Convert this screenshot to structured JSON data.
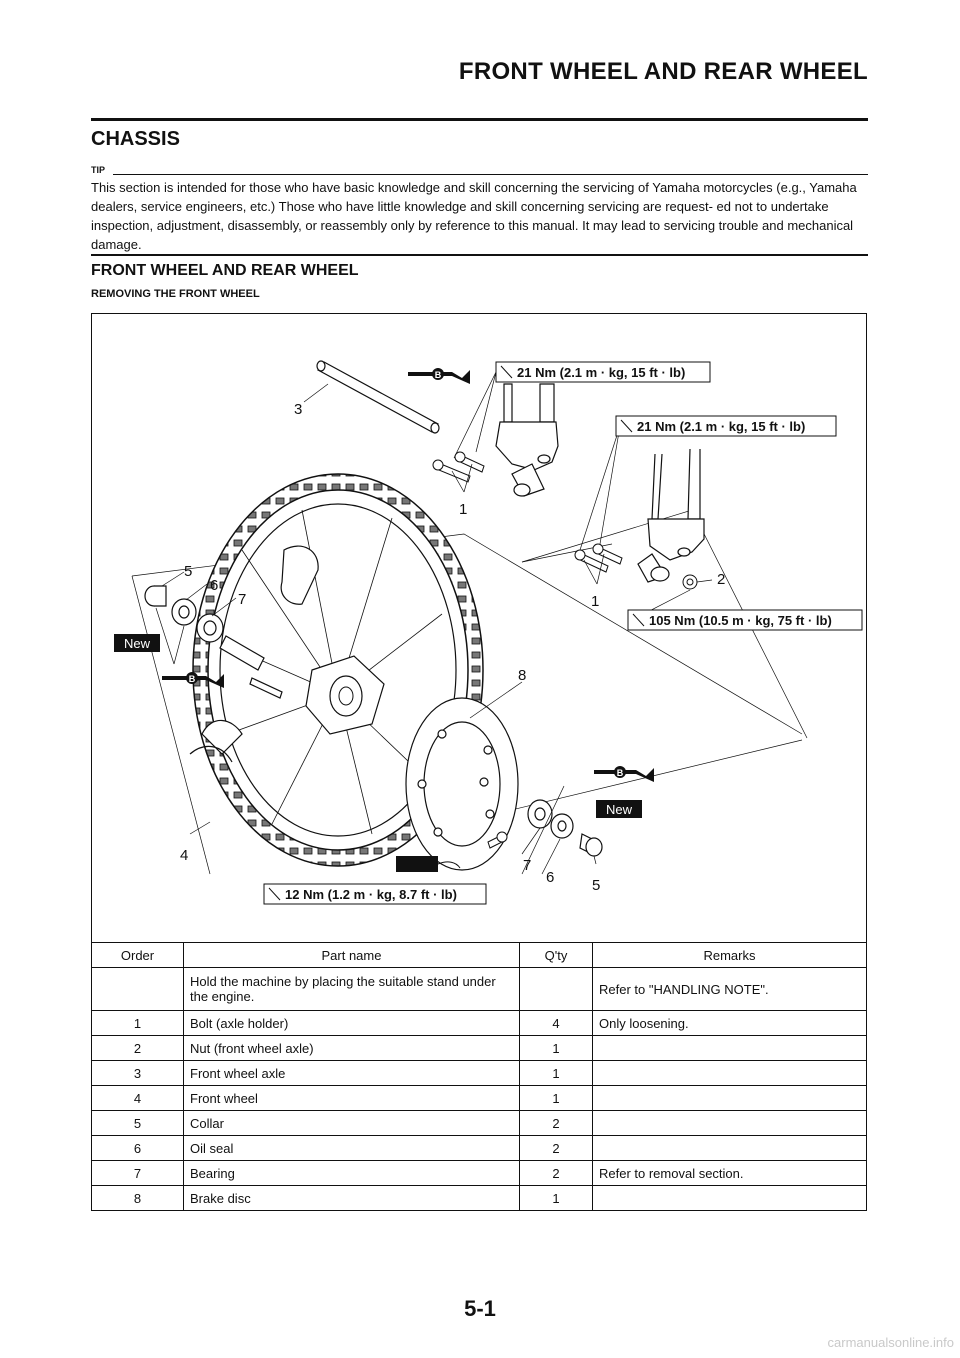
{
  "header": {
    "title": "FRONT WHEEL AND REAR WHEEL"
  },
  "section": {
    "title": "CHASSIS"
  },
  "tip": {
    "label": "TIP",
    "text": "This section is intended for those who have basic knowledge and skill concerning the servicing of Yamaha motorcycles (e.g., Yamaha dealers, service engineers, etc.)  Those who have little knowledge and skill concerning servicing are request- ed not to undertake inspection, adjustment, disassembly, or reassembly only by reference to this manual. It may lead to servicing trouble and mechanical damage."
  },
  "subsection": {
    "title": "FRONT WHEEL AND REAR WHEEL"
  },
  "procedure": {
    "title": "REMOVING THE FRONT WHEEL"
  },
  "figure": {
    "torque_callouts": [
      "21 Nm (2.1 m · kg, 15 ft · lb)",
      "21 Nm (2.1 m · kg, 15 ft · lb)",
      "105 Nm (10.5 m · kg, 75 ft · lb)",
      "12 Nm (1.2 m · kg, 8.7 ft · lb)"
    ],
    "new_badge": "New",
    "grease_badge": "B",
    "part_numbers": [
      "1",
      "1",
      "2",
      "3",
      "4",
      "5",
      "5",
      "6",
      "6",
      "7",
      "7",
      "8"
    ]
  },
  "table": {
    "headers": [
      "Order",
      "Part name",
      "Q'ty",
      "Remarks"
    ],
    "rows": [
      [
        "",
        "Hold the machine by placing the suitable stand under the engine.",
        "",
        "Refer to \"HANDLING NOTE\"."
      ],
      [
        "1",
        "Bolt (axle holder)",
        "4",
        "Only loosening."
      ],
      [
        "2",
        "Nut (front wheel axle)",
        "1",
        ""
      ],
      [
        "3",
        "Front wheel axle",
        "1",
        ""
      ],
      [
        "4",
        "Front wheel",
        "1",
        ""
      ],
      [
        "5",
        "Collar",
        "2",
        ""
      ],
      [
        "6",
        "Oil seal",
        "2",
        ""
      ],
      [
        "7",
        "Bearing",
        "2",
        "Refer to removal section."
      ],
      [
        "8",
        "Brake disc",
        "1",
        ""
      ]
    ]
  },
  "footer": {
    "page_number": "5-1",
    "watermark": "carmanualsonline.info"
  }
}
